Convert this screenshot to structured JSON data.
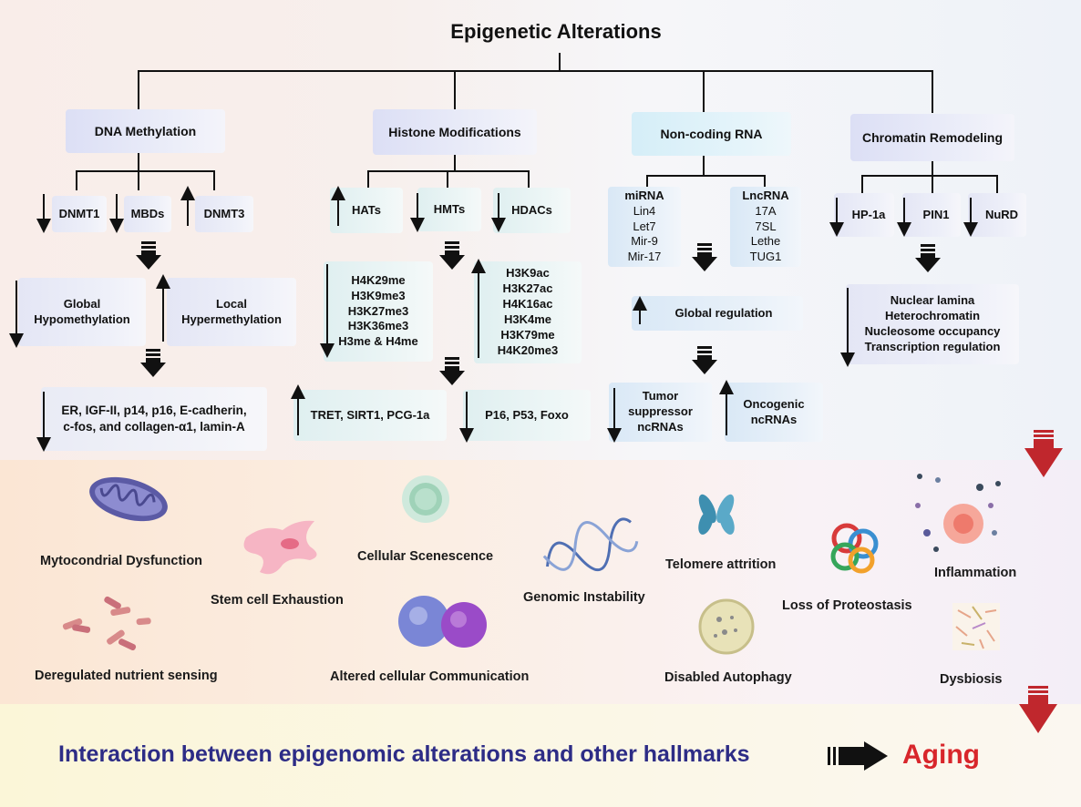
{
  "title": "Epigenetic Alterations",
  "categories": {
    "dna": "DNA Methylation",
    "histone": "Histone Modifications",
    "ncrna": "Non-coding RNA",
    "chromatin": "Chromatin Remodeling"
  },
  "dna": {
    "dnmt1": "DNMT1",
    "mbds": "MBDs",
    "dnmt3": "DNMT3",
    "global_1": "Global",
    "global_2": "Hypomethylation",
    "local_1": "Local",
    "local_2": "Hypermethylation",
    "genes_1": "ER, IGF-II, p14, p16, E-cadherin,",
    "genes_2": "c-fos, and collagen-α1, lamin-A"
  },
  "histone": {
    "hats": "HATs",
    "hmts": "HMTs",
    "hdacs": "HDACs",
    "down_marks": [
      "H4K29me",
      "H3K9me3",
      "H3K27me3",
      "H3K36me3",
      "H3me & H4me"
    ],
    "up_marks": [
      "H3K9ac",
      "H3K27ac",
      "H4K16ac",
      "H3K4me",
      "H3K79me",
      "H4K20me3"
    ],
    "up_genes": "TRET, SIRT1, PCG-1a",
    "down_genes": "P16, P53, Foxo"
  },
  "ncrna": {
    "mirna": [
      "miRNA",
      "Lin4",
      "Let7",
      "Mir-9",
      "Mir-17"
    ],
    "lncrna": [
      "LncRNA",
      "17A",
      "7SL",
      "Lethe",
      "TUG1"
    ],
    "global_regulation": "Global regulation",
    "tumor_suppressor": [
      "Tumor",
      "suppressor",
      "ncRNAs"
    ],
    "oncogenic": [
      "Oncogenic",
      "ncRNAs"
    ]
  },
  "chromatin": {
    "hp1a": "HP-1a",
    "pin1": "PIN1",
    "nurd": "NuRD",
    "effects": [
      "Nuclear lamina",
      "Heterochromatin",
      "Nucleosome occupancy",
      "Transcription regulation"
    ]
  },
  "hallmarks": {
    "mito": "Mytocondrial Dysfunction",
    "stem": "Stem cell Exhaustion",
    "senescence": "Cellular Scenescence",
    "genomic": "Genomic Instability",
    "telomere": "Telomere attrition",
    "proteostasis": "Loss of Proteostasis",
    "inflammation": "Inflammation",
    "nutrient": "Deregulated nutrient sensing",
    "communication": "Altered cellular Communication",
    "autophagy": "Disabled Autophagy",
    "dysbiosis": "Dysbiosis"
  },
  "footer": {
    "text": "Interaction between epigenomic alterations and other hallmarks",
    "result": "Aging"
  },
  "colors": {
    "footer_text": "#2d2c86",
    "aging": "#d8262b",
    "arrow_red": "#c0272d"
  }
}
